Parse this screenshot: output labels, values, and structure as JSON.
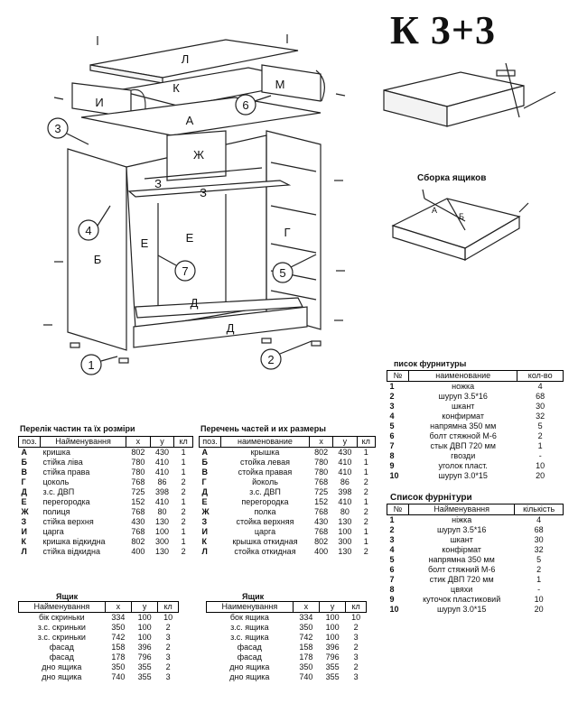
{
  "title": "К 3+3",
  "drawer_assembly_caption": "Сборка ящиков",
  "diagram": {
    "part_letters": [
      "Л",
      "К",
      "И",
      "М",
      "А",
      "Ж",
      "З",
      "З",
      "Е",
      "Е",
      "Б",
      "Г",
      "Д",
      "Д"
    ],
    "callouts": [
      "1",
      "2",
      "3",
      "4",
      "5",
      "6",
      "7"
    ],
    "drawer_letters": [
      "А",
      "Б"
    ]
  },
  "parts_ua": {
    "caption": "Перелік частин та їх розміри",
    "headers": [
      "поз.",
      "Найменування",
      "x",
      "y",
      "кл"
    ],
    "rows": [
      [
        "А",
        "кришка",
        "802",
        "430",
        "1"
      ],
      [
        "Б",
        "стійка ліва",
        "780",
        "410",
        "1"
      ],
      [
        "В",
        "стійка права",
        "780",
        "410",
        "1"
      ],
      [
        "Г",
        "цоколь",
        "768",
        "86",
        "2"
      ],
      [
        "Д",
        "з.с. ДВП",
        "725",
        "398",
        "2"
      ],
      [
        "Е",
        "перегородка",
        "152",
        "410",
        "1"
      ],
      [
        "Ж",
        "полиця",
        "768",
        "80",
        "2"
      ],
      [
        "З",
        "стійка верхня",
        "430",
        "130",
        "2"
      ],
      [
        "И",
        "царга",
        "768",
        "100",
        "1"
      ],
      [
        "К",
        "кришка відкидна",
        "802",
        "300",
        "1"
      ],
      [
        "Л",
        "стійка відкидна",
        "400",
        "130",
        "2"
      ]
    ]
  },
  "parts_ru": {
    "caption": "Перечень частей и их размеры",
    "headers": [
      "поз.",
      "наименование",
      "x",
      "y",
      "кл"
    ],
    "rows": [
      [
        "А",
        "крышка",
        "802",
        "430",
        "1"
      ],
      [
        "Б",
        "стойка левая",
        "780",
        "410",
        "1"
      ],
      [
        "В",
        "стойка правая",
        "780",
        "410",
        "1"
      ],
      [
        "Г",
        "йоколь",
        "768",
        "86",
        "2"
      ],
      [
        "Д",
        "з.с. ДВП",
        "725",
        "398",
        "2"
      ],
      [
        "Е",
        "перегородка",
        "152",
        "410",
        "1"
      ],
      [
        "Ж",
        "полка",
        "768",
        "80",
        "2"
      ],
      [
        "З",
        "стойка верхняя",
        "430",
        "130",
        "2"
      ],
      [
        "И",
        "царга",
        "768",
        "100",
        "1"
      ],
      [
        "К",
        "крышка откидная",
        "802",
        "300",
        "1"
      ],
      [
        "Л",
        "стойка откидная",
        "400",
        "130",
        "2"
      ]
    ]
  },
  "fittings_ru": {
    "caption": "писок фурнитуры",
    "headers": [
      "№",
      "наименование",
      "кол-во"
    ],
    "rows": [
      [
        "1",
        "ножка",
        "4"
      ],
      [
        "2",
        "шуруп 3.5*16",
        "68"
      ],
      [
        "3",
        "шкант",
        "30"
      ],
      [
        "4",
        "конфирмат",
        "32"
      ],
      [
        "5",
        "напрямна 350 мм",
        "5"
      ],
      [
        "6",
        "болт стяжной М-6",
        "2"
      ],
      [
        "7",
        "стык ДВП 720 мм",
        "1"
      ],
      [
        "8",
        "гвозди",
        "-"
      ],
      [
        "9",
        "уголок пласт.",
        "10"
      ],
      [
        "10",
        "шуруп 3.0*15",
        "20"
      ]
    ]
  },
  "fittings_ua": {
    "caption": "Список фурнітури",
    "headers": [
      "№",
      "Найменування",
      "кількість"
    ],
    "rows": [
      [
        "1",
        "ніжка",
        "4"
      ],
      [
        "2",
        "шуруп 3.5*16",
        "68"
      ],
      [
        "3",
        "шкант",
        "30"
      ],
      [
        "4",
        "конфірмат",
        "32"
      ],
      [
        "5",
        "напрямна 350 мм",
        "5"
      ],
      [
        "6",
        "болт стяжний М-6",
        "2"
      ],
      [
        "7",
        "стик ДВП 720 мм",
        "1"
      ],
      [
        "8",
        "цвяхи",
        "-"
      ],
      [
        "9",
        "куточок пластиковий",
        "10"
      ],
      [
        "10",
        "шуруп 3.0*15",
        "20"
      ]
    ]
  },
  "drawer_ua": {
    "caption": "Ящик",
    "headers": [
      "Найменування",
      "x",
      "y",
      "кл"
    ],
    "rows": [
      [
        "бік скриньки",
        "334",
        "100",
        "10"
      ],
      [
        "з.с. скриньки",
        "350",
        "100",
        "2"
      ],
      [
        "з.с. скриньки",
        "742",
        "100",
        "3"
      ],
      [
        "фасад",
        "158",
        "396",
        "2"
      ],
      [
        "фасад",
        "178",
        "796",
        "3"
      ],
      [
        "дно ящика",
        "350",
        "355",
        "2"
      ],
      [
        "дно ящика",
        "740",
        "355",
        "3"
      ]
    ]
  },
  "drawer_ru": {
    "caption": "Ящик",
    "headers": [
      "Наименування",
      "x",
      "y",
      "кл"
    ],
    "rows": [
      [
        "бок ящика",
        "334",
        "100",
        "10"
      ],
      [
        "з.с. ящика",
        "350",
        "100",
        "2"
      ],
      [
        "з.с. ящика",
        "742",
        "100",
        "3"
      ],
      [
        "фасад",
        "158",
        "396",
        "2"
      ],
      [
        "фасад",
        "178",
        "796",
        "3"
      ],
      [
        "дно ящика",
        "350",
        "355",
        "2"
      ],
      [
        "дно ящика",
        "740",
        "355",
        "3"
      ]
    ]
  }
}
